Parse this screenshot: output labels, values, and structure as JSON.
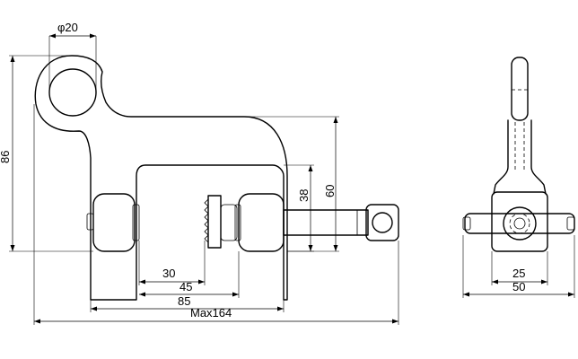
{
  "dimensions": {
    "hole_diameter": "φ20",
    "overall_height": "86",
    "height_60": "60",
    "height_38": "38",
    "width_30": "30",
    "width_45": "45",
    "width_85": "85",
    "max_length": "Max164",
    "side_25": "25",
    "side_50": "50"
  }
}
